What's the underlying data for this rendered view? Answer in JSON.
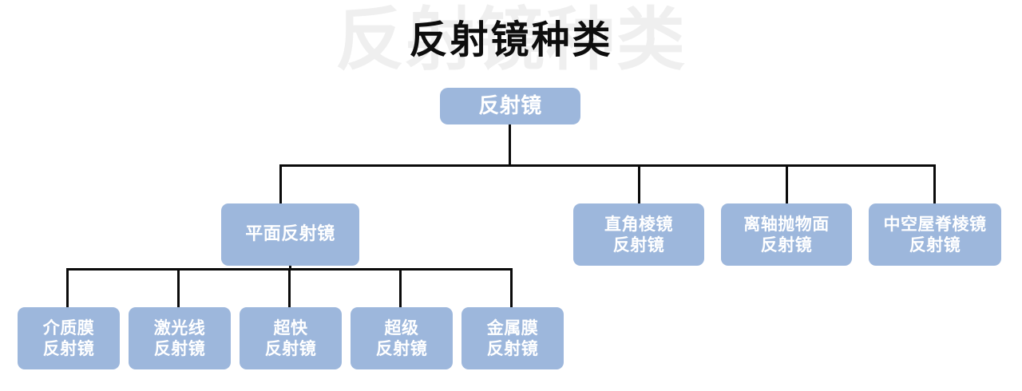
{
  "page": {
    "title": "反射镜种类",
    "watermark": "反射镜种类",
    "background_color": "#ffffff",
    "node_fill_color": "#9db7dc",
    "node_text_color": "#ffffff",
    "connector_color": "#0a0a0a",
    "title_color": "#0d0d0d",
    "watermark_color": "#efefef"
  },
  "diagram": {
    "type": "tree",
    "root": {
      "label": "反射镜"
    },
    "level2": [
      {
        "label": "平面反射镜"
      },
      {
        "label": "直角棱镜\n反射镜"
      },
      {
        "label": "离轴抛物面\n反射镜"
      },
      {
        "label": "中空屋脊棱镜\n反射镜"
      }
    ],
    "leaves": [
      {
        "label": "介质膜\n反射镜"
      },
      {
        "label": "激光线\n反射镜"
      },
      {
        "label": "超快\n反射镜"
      },
      {
        "label": "超级\n反射镜"
      },
      {
        "label": "金属膜\n反射镜"
      }
    ]
  }
}
